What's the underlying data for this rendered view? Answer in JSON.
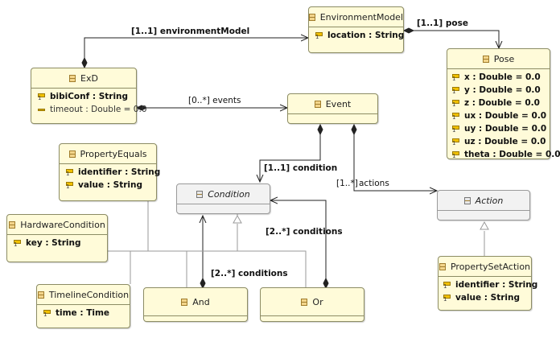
{
  "classes": {
    "environment_model": {
      "name": "EnvironmentModel",
      "attrs": [
        "location : String"
      ]
    },
    "pose": {
      "name": "Pose",
      "attrs": [
        "x : Double = 0.0",
        "y : Double = 0.0",
        "z : Double = 0.0",
        "ux : Double = 0.0",
        "uy : Double = 0.0",
        "uz : Double = 0.0",
        "theta : Double = 0.0"
      ]
    },
    "exd": {
      "name": "ExD",
      "attrs": [
        "bibiConf : String",
        "timeout : Double = 0.0"
      ]
    },
    "event": {
      "name": "Event"
    },
    "property_equals": {
      "name": "PropertyEquals",
      "attrs": [
        "identifier : String",
        "value : String"
      ]
    },
    "condition": {
      "name": "Condition"
    },
    "action": {
      "name": "Action"
    },
    "hardware_condition": {
      "name": "HardwareCondition",
      "attrs": [
        "key : String"
      ]
    },
    "timeline_condition": {
      "name": "TimelineCondition",
      "attrs": [
        "time : Time"
      ]
    },
    "and": {
      "name": "And"
    },
    "or": {
      "name": "Or"
    },
    "property_set_action": {
      "name": "PropertySetAction",
      "attrs": [
        "identifier : String",
        "value : String"
      ]
    }
  },
  "edge_labels": {
    "environment_model": "[1..1] environmentModel",
    "pose": "[1..1] pose",
    "events": "[0..*] events",
    "condition": "[1..1] condition",
    "actions_mult": "[1..*]",
    "actions_name": "actions",
    "conditions_or": "[2..*] conditions",
    "conditions_and": "[2..*] conditions"
  }
}
